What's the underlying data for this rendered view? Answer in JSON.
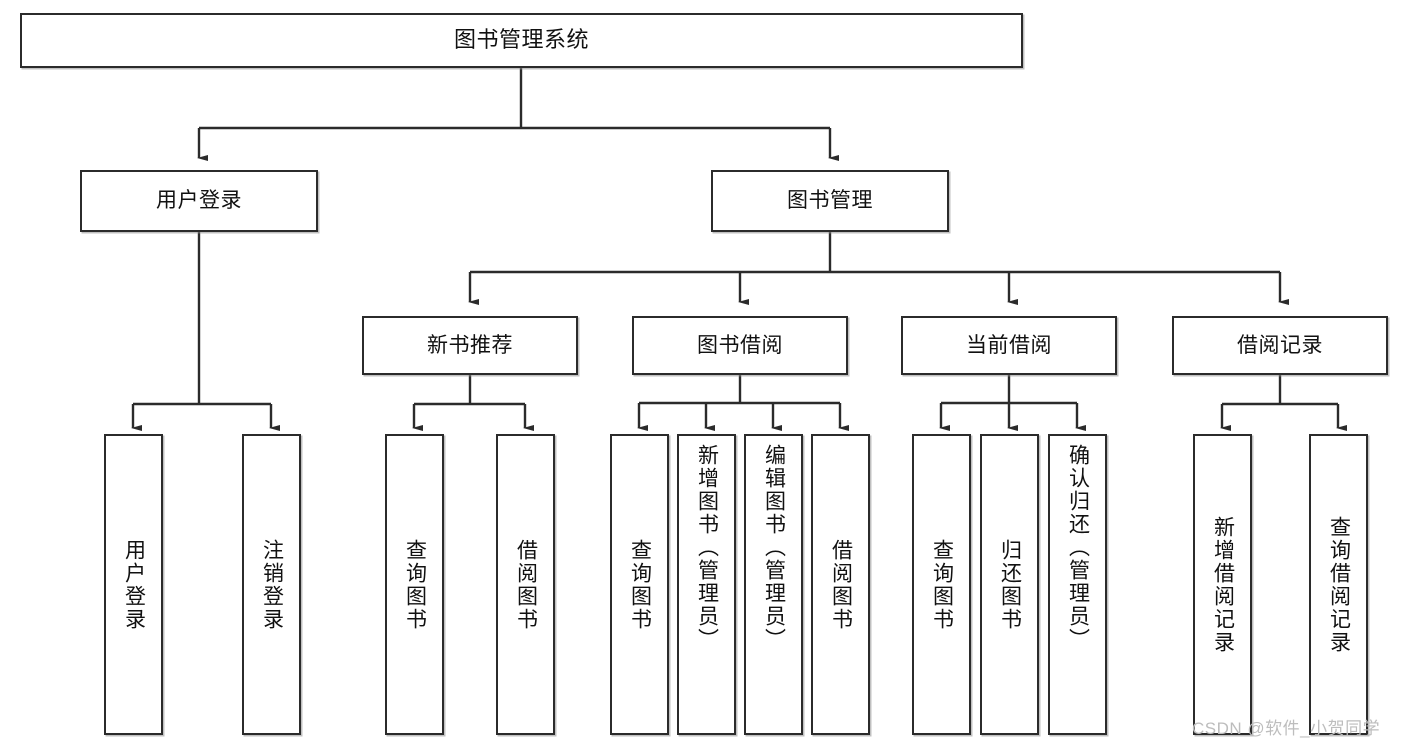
{
  "diagram": {
    "title": "图书管理系统",
    "type": "tree-hierarchy",
    "watermark": "CSDN @软件_小贺同学",
    "colors": {
      "box_border": "#2b2b2b",
      "box_fill": "#ffffff",
      "edge": "#2b2b2b",
      "text": "#111111",
      "watermark": "#bdbdbd"
    },
    "nodes": {
      "root": {
        "label": "图书管理系统",
        "level": 1,
        "orientation": "horizontal"
      },
      "user_login": {
        "label": "用户登录",
        "level": 2,
        "orientation": "horizontal"
      },
      "book_manage": {
        "label": "图书管理",
        "level": 2,
        "orientation": "horizontal"
      },
      "new_book_rec": {
        "label": "新书推荐",
        "level": 3,
        "orientation": "horizontal"
      },
      "book_borrow": {
        "label": "图书借阅",
        "level": 3,
        "orientation": "horizontal"
      },
      "current_borrow": {
        "label": "当前借阅",
        "level": 3,
        "orientation": "horizontal"
      },
      "borrow_record": {
        "label": "借阅记录",
        "level": 3,
        "orientation": "horizontal"
      },
      "leaf_user_login": {
        "label": "用户登录",
        "level": 4,
        "orientation": "vertical"
      },
      "leaf_logout": {
        "label": "注销登录",
        "level": 4,
        "orientation": "vertical"
      },
      "leaf_query_book_1": {
        "label": "查询图书",
        "level": 4,
        "orientation": "vertical"
      },
      "leaf_borrow_book_1": {
        "label": "借阅图书",
        "level": 4,
        "orientation": "vertical"
      },
      "leaf_query_book_2": {
        "label": "查询图书",
        "level": 4,
        "orientation": "vertical"
      },
      "leaf_add_book": {
        "label": "新增图书（管理员）",
        "level": 4,
        "orientation": "vertical"
      },
      "leaf_edit_book": {
        "label": "编辑图书（管理员）",
        "level": 4,
        "orientation": "vertical"
      },
      "leaf_borrow_book_2": {
        "label": "借阅图书",
        "level": 4,
        "orientation": "vertical"
      },
      "leaf_query_book_3": {
        "label": "查询图书",
        "level": 4,
        "orientation": "vertical"
      },
      "leaf_return_book": {
        "label": "归还图书",
        "level": 4,
        "orientation": "vertical"
      },
      "leaf_confirm_return": {
        "label": "确认归还（管理员）",
        "level": 4,
        "orientation": "vertical"
      },
      "leaf_add_record": {
        "label": "新增借阅记录",
        "level": 4,
        "orientation": "vertical"
      },
      "leaf_query_record": {
        "label": "查询借阅记录",
        "level": 4,
        "orientation": "vertical"
      }
    },
    "edges": [
      {
        "from": "root",
        "to": "user_login"
      },
      {
        "from": "root",
        "to": "book_manage"
      },
      {
        "from": "user_login",
        "to": "leaf_user_login"
      },
      {
        "from": "user_login",
        "to": "leaf_logout"
      },
      {
        "from": "book_manage",
        "to": "new_book_rec"
      },
      {
        "from": "book_manage",
        "to": "book_borrow"
      },
      {
        "from": "book_manage",
        "to": "current_borrow"
      },
      {
        "from": "book_manage",
        "to": "borrow_record"
      },
      {
        "from": "new_book_rec",
        "to": "leaf_query_book_1"
      },
      {
        "from": "new_book_rec",
        "to": "leaf_borrow_book_1"
      },
      {
        "from": "book_borrow",
        "to": "leaf_query_book_2"
      },
      {
        "from": "book_borrow",
        "to": "leaf_add_book"
      },
      {
        "from": "book_borrow",
        "to": "leaf_edit_book"
      },
      {
        "from": "book_borrow",
        "to": "leaf_borrow_book_2"
      },
      {
        "from": "current_borrow",
        "to": "leaf_query_book_3"
      },
      {
        "from": "current_borrow",
        "to": "leaf_return_book"
      },
      {
        "from": "current_borrow",
        "to": "leaf_confirm_return"
      },
      {
        "from": "borrow_record",
        "to": "leaf_add_record"
      },
      {
        "from": "borrow_record",
        "to": "leaf_query_record"
      }
    ]
  }
}
